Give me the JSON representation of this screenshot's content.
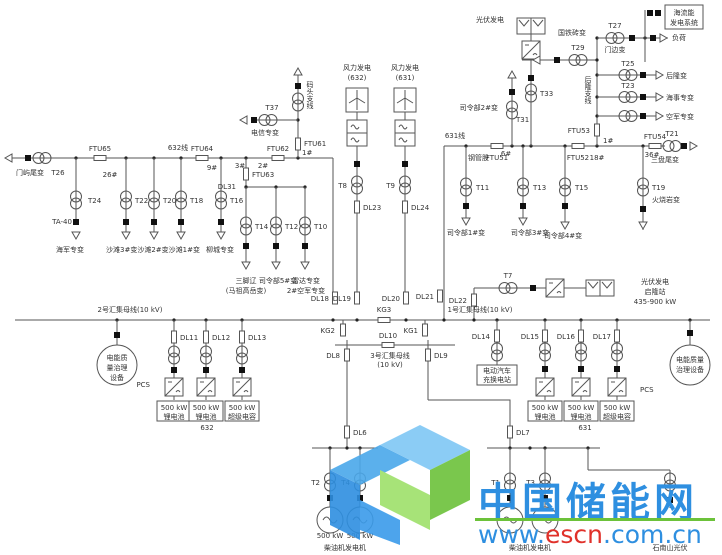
{
  "labels": {
    "t26_load": "门屿尾变",
    "t26": "T26",
    "ftu65": "FTU65",
    "n26": "26#",
    "t24": "T24",
    "ta40": "TA-40",
    "haijun": "海军专变",
    "t22": "T22",
    "t20": "T20",
    "t18": "T18",
    "shawan": "沙滩3#变沙滩2#变沙滩1#变",
    "line632": "632线",
    "ftu64": "FTU64",
    "n9": "9#",
    "t16": "T16",
    "liucheng": "柳城专变",
    "n3": "3#",
    "ftu63": "FTU63",
    "dl31": "DL31",
    "t14": "T14",
    "t12": "T12",
    "t10": "T10",
    "sanjiao1": "三脚辽",
    "sanjiao2": "(马祖高岳变)",
    "sil5": "司令部5#变",
    "leida1": "雷达专变",
    "leida2": "2#空军专变",
    "n2": "2#",
    "ftu62": "FTU62",
    "ftu61": "FTU61",
    "n1a": "1#",
    "matou": "码头支线",
    "t37": "T37",
    "dianxin": "电信专变",
    "wind632a": "风力发电",
    "wind632b": "(632)",
    "wind631a": "风力发电",
    "wind631b": "(631)",
    "t8": "T8",
    "t9": "T9",
    "dl23": "DL23",
    "dl24": "DL24",
    "dl18": "DL18",
    "dl19": "DL19",
    "dl20": "DL20",
    "dl21": "DL21",
    "dl22": "DL22",
    "kg3": "KG3",
    "line631": "631线",
    "gangguan": "钢管股",
    "t11": "T11",
    "ftu51": "FTU51",
    "n6": "6#",
    "t13": "T13",
    "t15": "T15",
    "sil1": "司令部1#变",
    "sil3": "司令部3#变",
    "sil4": "司令部4#变",
    "t31": "T31",
    "sil2": "司令部2#变",
    "t33": "T33",
    "pv_top": "光伏发电",
    "guotie": "国铁砖变",
    "t29": "T29",
    "ftu52": "FTU52",
    "n18": "18#",
    "ftu53": "FTU53",
    "n1b": "1#",
    "houlong_line": "后隆支线",
    "t27": "T27",
    "menbian": "门边变",
    "haiyang1": "海流能",
    "haiyang2": "发电系统",
    "fuhe": "负荷",
    "t25": "T25",
    "houlong": "后隆变",
    "t23": "T23",
    "haishi": "海事专变",
    "kongjun": "空军专变",
    "ftu54": "FTU54",
    "t21": "T21",
    "n36": "36#",
    "sanpan": "三盘尾变",
    "t19": "T19",
    "huoshao": "火烧岩变",
    "t7": "T7",
    "pv_qi1": "光伏发电",
    "pv_qi2": "启隆站",
    "pv_qi3": "435-900 kW",
    "bus2": "2号汇集母线(10 kV)",
    "bus1": "1号汇集母线(10 kV)",
    "bus3a": "3号汇集母线",
    "bus3b": "(10 kV)",
    "pq_left1": "电能质",
    "pq_left2": "量治理",
    "pq_left3": "设备",
    "pq_right1": "电能质量",
    "pq_right2": "治理设备",
    "dl11": "DL11",
    "dl12": "DL12",
    "dl13": "DL13",
    "pcs_left": "PCS",
    "pcs_right": "PCS",
    "kw500": "500 kW",
    "li": "锂电池",
    "cap": "超级电容",
    "n632": "632",
    "n631": "631",
    "kg2": "KG2",
    "kg1": "KG1",
    "dl10": "DL10",
    "dl8": "DL8",
    "dl9": "DL9",
    "dl14": "DL14",
    "ev1": "电动汽车",
    "ev2": "充换电站",
    "dl15": "DL15",
    "dl16": "DL16",
    "dl17": "DL17",
    "dl6": "DL6",
    "dl7": "DL7",
    "t2": "T2",
    "t4": "T4",
    "t1": "T1",
    "t3": "T3",
    "gen_kw": "500 kW",
    "diesel": "柴油机发电机",
    "pv_bottom": "石南山光伏"
  },
  "watermark": {
    "cn": "中国储能网",
    "url_pre": "www.",
    "url_mid": "escn",
    "url_post": ".com.cn"
  },
  "colors": {
    "line": "#555555",
    "wm_blue": "#2e8fe0",
    "wm_green": "#6cc23a",
    "wm_red": "#e0312a"
  }
}
